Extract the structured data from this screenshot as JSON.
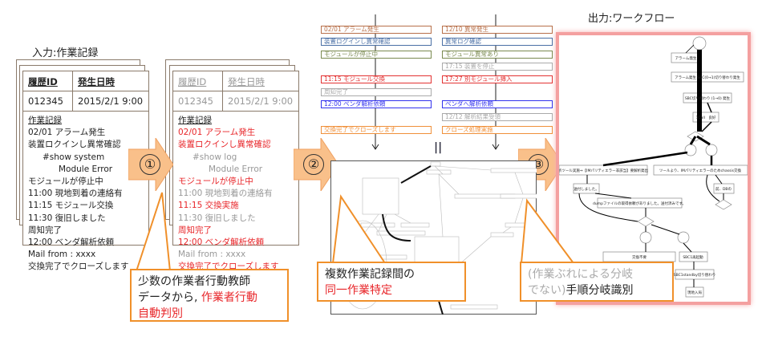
{
  "input_title": "入力:作業記録",
  "output_title": "出力:ワークフロー",
  "record": {
    "col_id": "履歴ID",
    "col_date": "発生日時",
    "id": "012345",
    "date": "2015/2/1 9:00",
    "section": "作業記録",
    "lines": [
      "02/01 アラーム発生",
      "装置ロクインし異常確認",
      "#show system",
      "Module Error",
      "モジュールが停止中",
      "11:00 現地到着の連絡有",
      "11:15 モジュール交換",
      "11:30 復旧しました",
      "周知完了",
      "12:00 ベンダ解析依頼",
      "Mail from : xxxx",
      "交換完了でクローズします"
    ]
  },
  "record2": {
    "lines": [
      "02/01 アラーム発生",
      "装置ロクインし異常確認",
      "#show log",
      "Module Error",
      "モジュールが停止中",
      "11:00 現地到着の連絡有",
      "11:15 交換実施",
      "11:30 復旧しました",
      "周知完了",
      "12:00 ベンダ解析依頼",
      "Mail from : xxxx",
      "交換完了でクローズします"
    ],
    "line_colors": [
      "#e8262a",
      "#e8262a",
      "#999999",
      "#999999",
      "#e8262a",
      "#999999",
      "#e8262a",
      "#999999",
      "#e8262a",
      "#e8262a",
      "#999999",
      "#e8262a"
    ]
  },
  "steps": [
    "①",
    "②",
    "③"
  ],
  "callouts": {
    "c1": {
      "line1": "少数の作業者行動教師",
      "line2a": "データから, ",
      "line2b": "作業者行動",
      "line3": "自動判別"
    },
    "c2": {
      "line1": "複数作業記録間の",
      "line2": "同一作業特定"
    },
    "c3": {
      "line1a": "(作業ぶれによる分岐",
      "line2a": "でない)",
      "line2b": "手順分岐識別"
    }
  },
  "timeline_left": [
    {
      "text": "02/01 アラーム発生",
      "color": "#b8704a"
    },
    {
      "text": "装置ログインし異常確認",
      "color": "#4a6fa5"
    },
    {
      "text": "モジュールが停止中",
      "color": "#7a8a50"
    },
    {
      "text": "11:15 モジュール交換",
      "color": "#e33333"
    },
    {
      "text": "周知完了",
      "color": "#aaaaaa"
    },
    {
      "text": "12:00 ベンダ解析依頼",
      "color": "#3333ee"
    },
    {
      "text": "交換完了でクローズします",
      "color": "#f0903a"
    }
  ],
  "timeline_right": [
    {
      "text": "12/10 異常発生",
      "color": "#b8704a"
    },
    {
      "text": "異常ログ確認",
      "color": "#4a6fa5"
    },
    {
      "text": "モジュール異常あり",
      "color": "#7a8a50"
    },
    {
      "text": "17:15 装置を停止",
      "color": "#aaaaaa"
    },
    {
      "text": "17:27 別モジュール挿入",
      "color": "#e33333"
    },
    {
      "text": "ベンダへ解析依頼",
      "color": "#3333ee"
    },
    {
      "text": "12/12 解析結果受領",
      "color": "#aaaaaa"
    },
    {
      "text": "クローズ処理実施",
      "color": "#f0903a"
    }
  ],
  "equals": "||",
  "workflow": [
    "アラーム発生",
    "アラーム発生 SBC(0→1)切り替わり発生",
    "SBC切り替わり (1→0) 発生",
    "1Call　良好",
    "析ツール実施⇒【IMパリティエラー非該当】要解析発出",
    "ツールより、IMパリティエラーのためchassis交換",
    "送付しました。",
    "前、DBの",
    "dumpファイルの取得依頼がありました。送付済みです。",
    "交換不要",
    "SBC1再起動",
    "SBC1standby切り替わり",
    "現地入局"
  ]
}
